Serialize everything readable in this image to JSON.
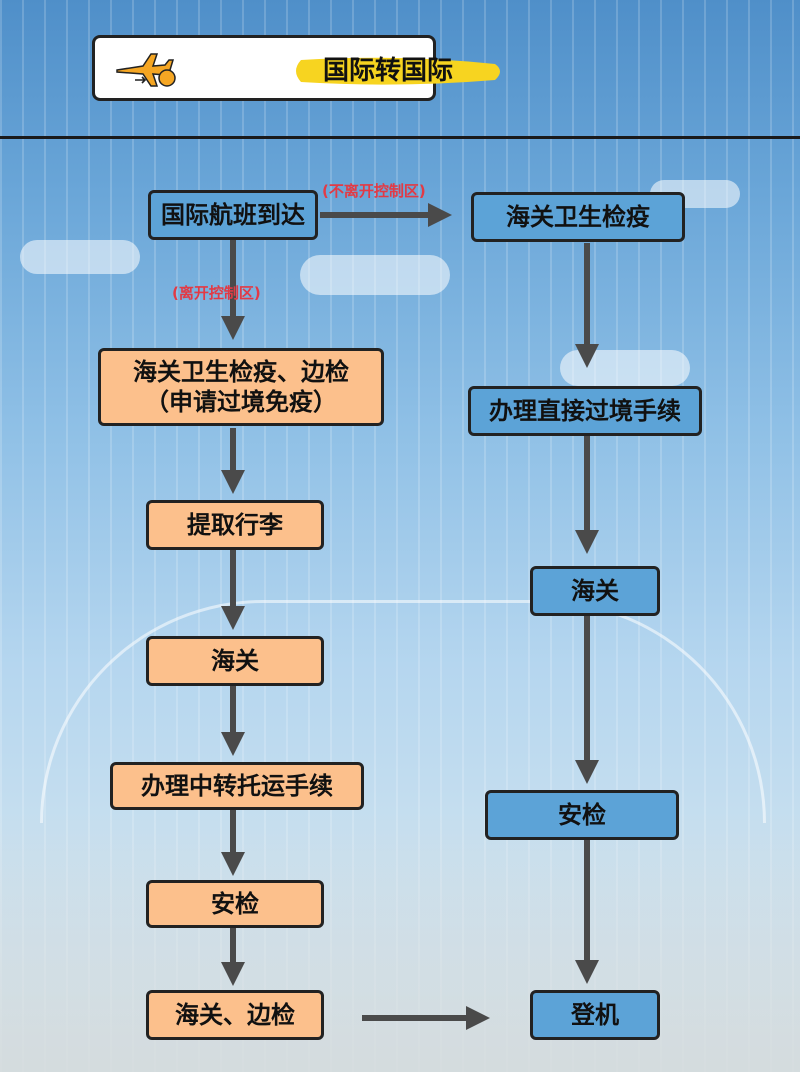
{
  "header": {
    "title": "国际转国际",
    "icon": "plane-transfer-icon"
  },
  "labels": {
    "not_leave": "不离开控制区",
    "leave": "离开控制区"
  },
  "left_path": [
    "海关卫生检疫、边检\n（申请过境免疫）",
    "提取行李",
    "海关",
    "办理中转托运手续",
    "安检",
    "海关、边检"
  ],
  "start": "国际航班到达",
  "right_path": [
    "海关卫生检疫",
    "办理直接过境手续",
    "海关",
    "安检",
    "登机"
  ],
  "colors": {
    "blue": "#5ca3d7",
    "orange": "#fcc08c",
    "accent_text": "#e23a45",
    "arrow": "#4a4a4a"
  }
}
